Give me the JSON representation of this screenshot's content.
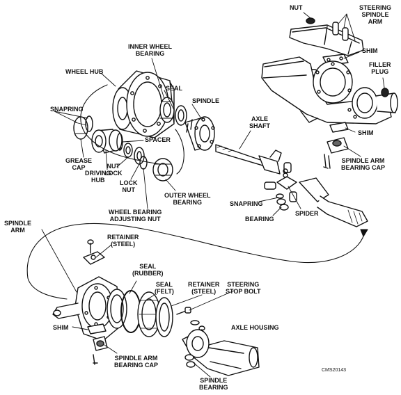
{
  "diagram": {
    "labels": {
      "nut": "NUT",
      "steering_spindle_arm": "STEERING\nSPINDLE\nARM",
      "shim_top": "SHIM",
      "filler_plug": "FILLER\nPLUG",
      "shim_right": "SHIM",
      "spindle_arm_bearing_cap_right": "SPINDLE ARM\nBEARING CAP",
      "inner_wheel_bearing": "INNER WHEEL\nBEARING",
      "wheel_hub": "WHEEL HUB",
      "seal_top": "SEAL",
      "spindle_top": "SPINDLE",
      "snapring_left": "SNAPRING",
      "axle_shaft": "AXLE\nSHAFT",
      "spacer": "SPACER",
      "grease_cap": "GREASE\nCAP",
      "nut_lock": "NUT\nLOCK",
      "driving_hub": "DRIVING\nHUB",
      "lock_nut": "LOCK\nNUT",
      "outer_wheel_bearing": "OUTER WHEEL\nBEARING",
      "wheel_bearing_adjusting_nut": "WHEEL BEARING\nADJUSTING NUT",
      "snapring_right": "SNAPRING",
      "bearing": "BEARING",
      "spider": "SPIDER",
      "spindle_arm": "SPINDLE\nARM",
      "retainer_steel_1": "RETAINER\n(STEEL)",
      "seal_rubber": "SEAL\n(RUBBER)",
      "seal_felt": "SEAL\n(FELT)",
      "retainer_steel_2": "RETAINER\n(STEEL)",
      "steering_stop_bolt": "STEERING\nSTOP BOLT",
      "axle_housing": "AXLE HOUSING",
      "shim_bottom": "SHIM",
      "spindle_arm_bearing_cap_bottom": "SPINDLE ARM\nBEARING CAP",
      "spindle_bearing": "SPINDLE\nBEARING",
      "figure_code": "CMS20143"
    }
  }
}
